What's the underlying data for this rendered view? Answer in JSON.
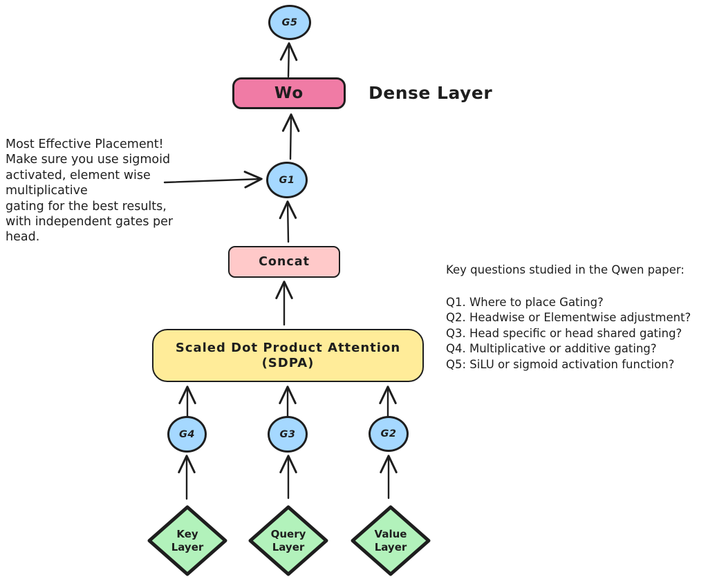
{
  "diagram": {
    "nodes": {
      "g5": {
        "label": "G5"
      },
      "wo": {
        "label": "Wo"
      },
      "g1": {
        "label": "G1"
      },
      "concat": {
        "label": "Concat"
      },
      "sdpa": {
        "label": "Scaled Dot Product Attention\n(SDPA)"
      },
      "g4": {
        "label": "G4"
      },
      "g3": {
        "label": "G3"
      },
      "g2": {
        "label": "G2"
      },
      "key_layer": {
        "label": "Key\nLayer"
      },
      "query_layer": {
        "label": "Query\nLayer"
      },
      "value_layer": {
        "label": "Value\nLayer"
      }
    },
    "annotations": {
      "dense_layer": "Dense Layer",
      "placement_note": "Most Effective Placement!\nMake sure you use sigmoid\nactivated, element wise\nmultiplicative\ngating for the best results,\nwith independent gates per\nhead.",
      "questions_heading": "Key questions studied in the Qwen paper:",
      "questions": [
        "Q1. Where to place Gating?",
        "Q2. Headwise or Elementwise adjustment?",
        "Q3. Head specific or head shared gating?",
        "Q4. Multiplicative or additive gating?",
        "Q5: SiLU or sigmoid activation function?"
      ]
    },
    "colors": {
      "gate_fill": "#a5d8ff",
      "wo_fill": "#f07ba5",
      "concat_fill": "#ffc9c9",
      "sdpa_fill": "#ffec99",
      "layer_fill": "#b2f2bb",
      "stroke": "#1e1e1e",
      "background": "#ffffff"
    }
  }
}
